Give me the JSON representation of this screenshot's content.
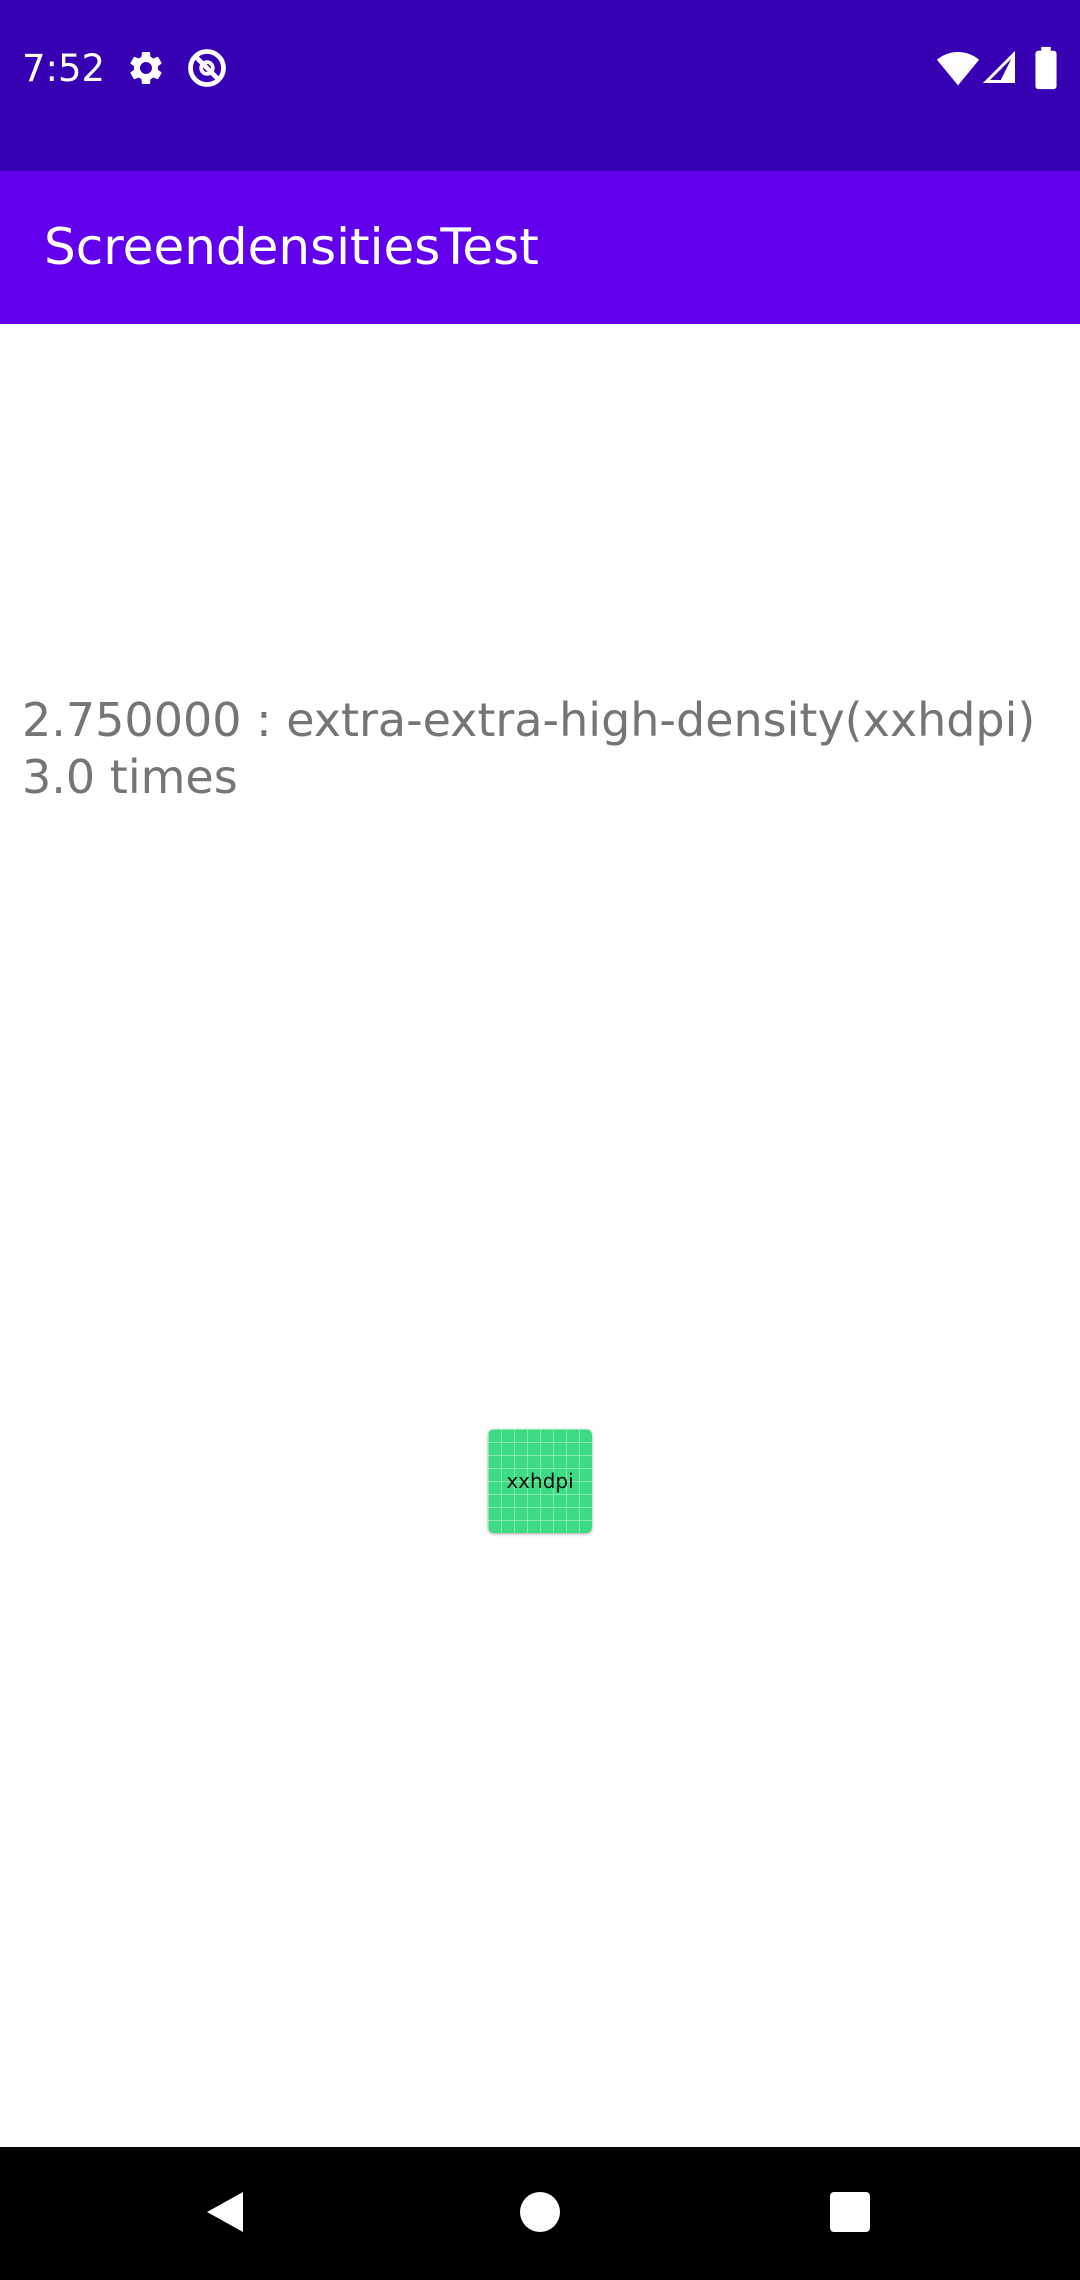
{
  "status_bar": {
    "time": "7:52",
    "left_icons": [
      "gear-icon",
      "no-disturb-icon"
    ],
    "right_icons": [
      "wifi-icon",
      "cell-signal-icon",
      "battery-icon"
    ],
    "background_color": "#3700b3"
  },
  "app_bar": {
    "title": "ScreendensitiesTest",
    "background_color": "#6200ee"
  },
  "main": {
    "density_text": "2.750000 : extra-extra-high-density(xxhdpi) 3.0 times",
    "density_image": {
      "label": "xxhdpi",
      "color": "#3ddc84"
    }
  },
  "nav_bar": {
    "buttons": [
      "back-icon",
      "home-icon",
      "recents-icon"
    ]
  }
}
